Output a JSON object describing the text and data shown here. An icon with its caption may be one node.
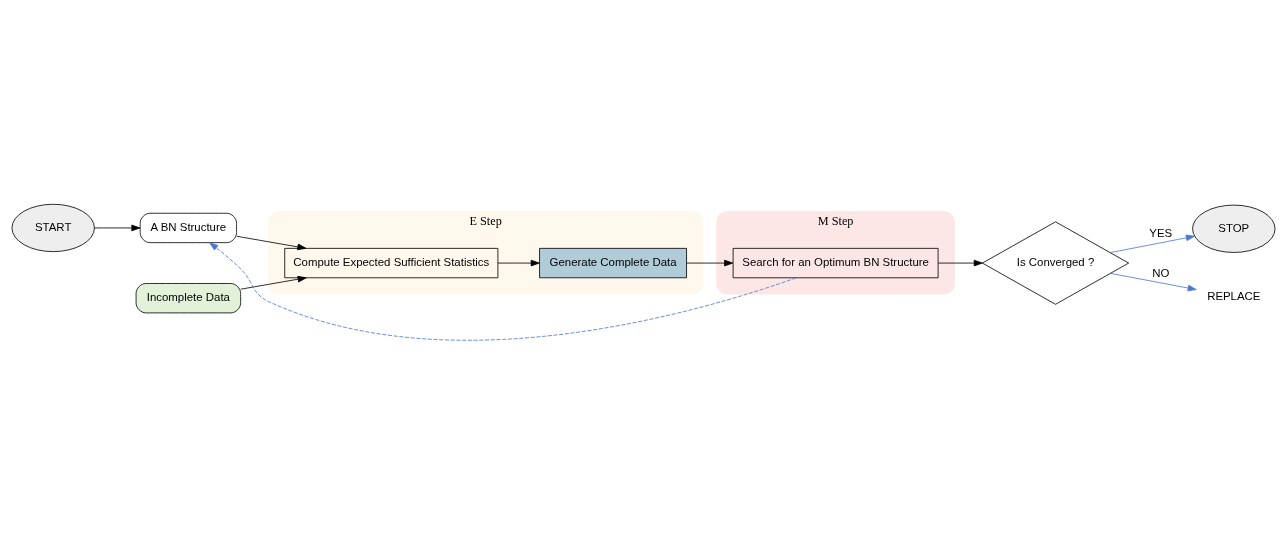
{
  "diagram": {
    "nodes": [
      {
        "text": [
          "START"
        ]
      },
      {
        "text": [
          "Incomplete Data"
        ]
      },
      {
        "text": [
          "A BN Structure"
        ]
      },
      {
        "text": [
          "E Step"
        ]
      },
      {
        "text": [
          "Compute Expected Sufficient Statistics"
        ],
        "in": 3
      },
      {
        "text": [
          "Generate Complete Data"
        ],
        "in": 3
      },
      {
        "text": [
          "M Step"
        ]
      },
      {
        "text": [
          "Search for an Optimum BN Structure"
        ],
        "in": 6
      },
      {
        "text": [
          "Is Converged ?"
        ]
      },
      {
        "text": [
          "STOP"
        ]
      },
      {
        "text": [
          "REPLACE"
        ]
      }
    ],
    "edges": [
      {
        "from": 0,
        "to": 2,
        "arrow": "to"
      },
      {
        "from": 1,
        "to": 4,
        "arrow": "to"
      },
      {
        "from": 2,
        "to": 4,
        "arrow": "to"
      },
      {
        "from": 4,
        "to": 5,
        "arrow": "to"
      },
      {
        "from": 5,
        "to": 7,
        "arrow": "to"
      },
      {
        "from": 7,
        "to": 8,
        "arrow": "to"
      },
      {
        "from": 7,
        "to": 2,
        "arrow": "to",
        "style": "dashed",
        "color": "#4a78d0"
      },
      {
        "from": 8,
        "to": 10,
        "arrow": "to",
        "label": "NO",
        "color": "#4a78d0"
      },
      {
        "from": 8,
        "to": 9,
        "arrow": "to",
        "label": "YES",
        "color": "#4a78d0"
      }
    ]
  }
}
